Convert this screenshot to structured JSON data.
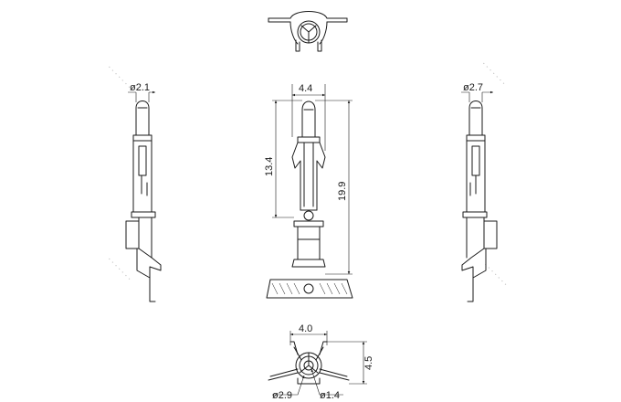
{
  "drawing": {
    "views": [
      "top-view",
      "left-side-view",
      "front-view",
      "right-side-view",
      "bottom-end-view"
    ],
    "dimensions": {
      "left_pin_diameter": "ø2.1",
      "right_pin_diameter": "ø2.7",
      "front_width": "4.4",
      "front_shoulder_height": "13.4",
      "front_overall_height": "19.9",
      "end_width": "4.0",
      "end_height": "4.5",
      "end_outer_diameter": "ø2.9",
      "end_inner_diameter": "ø1.4"
    }
  }
}
